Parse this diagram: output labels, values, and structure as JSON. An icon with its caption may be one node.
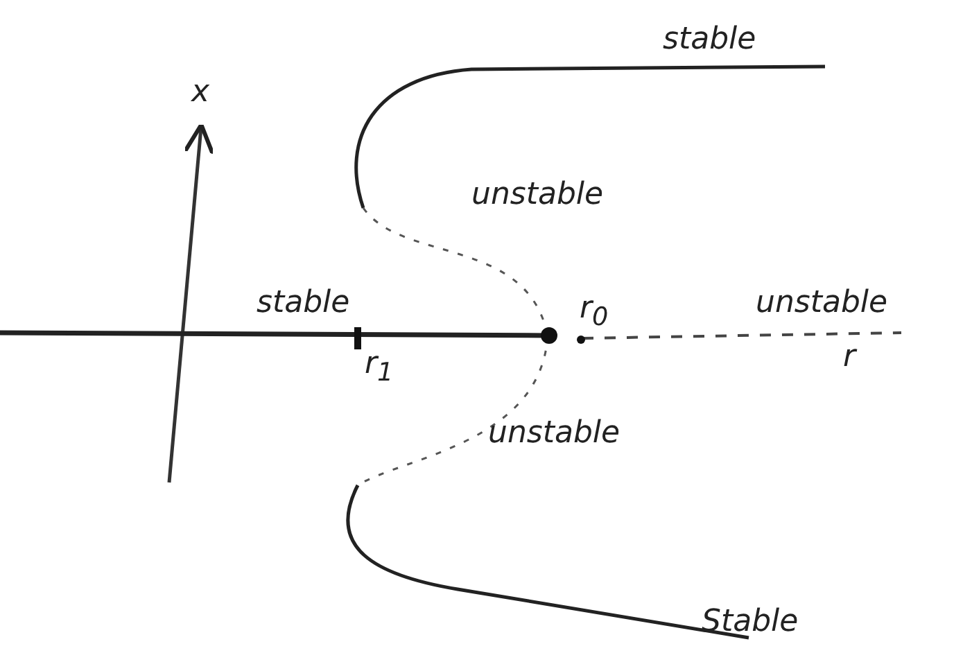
{
  "diagram": {
    "labels": [
      "stable",
      "x",
      "unstable",
      "stable",
      "r$_{0}$",
      "unstable",
      "r",
      "r$_{1}$",
      "unstable",
      "Stable"
    ]
  }
}
